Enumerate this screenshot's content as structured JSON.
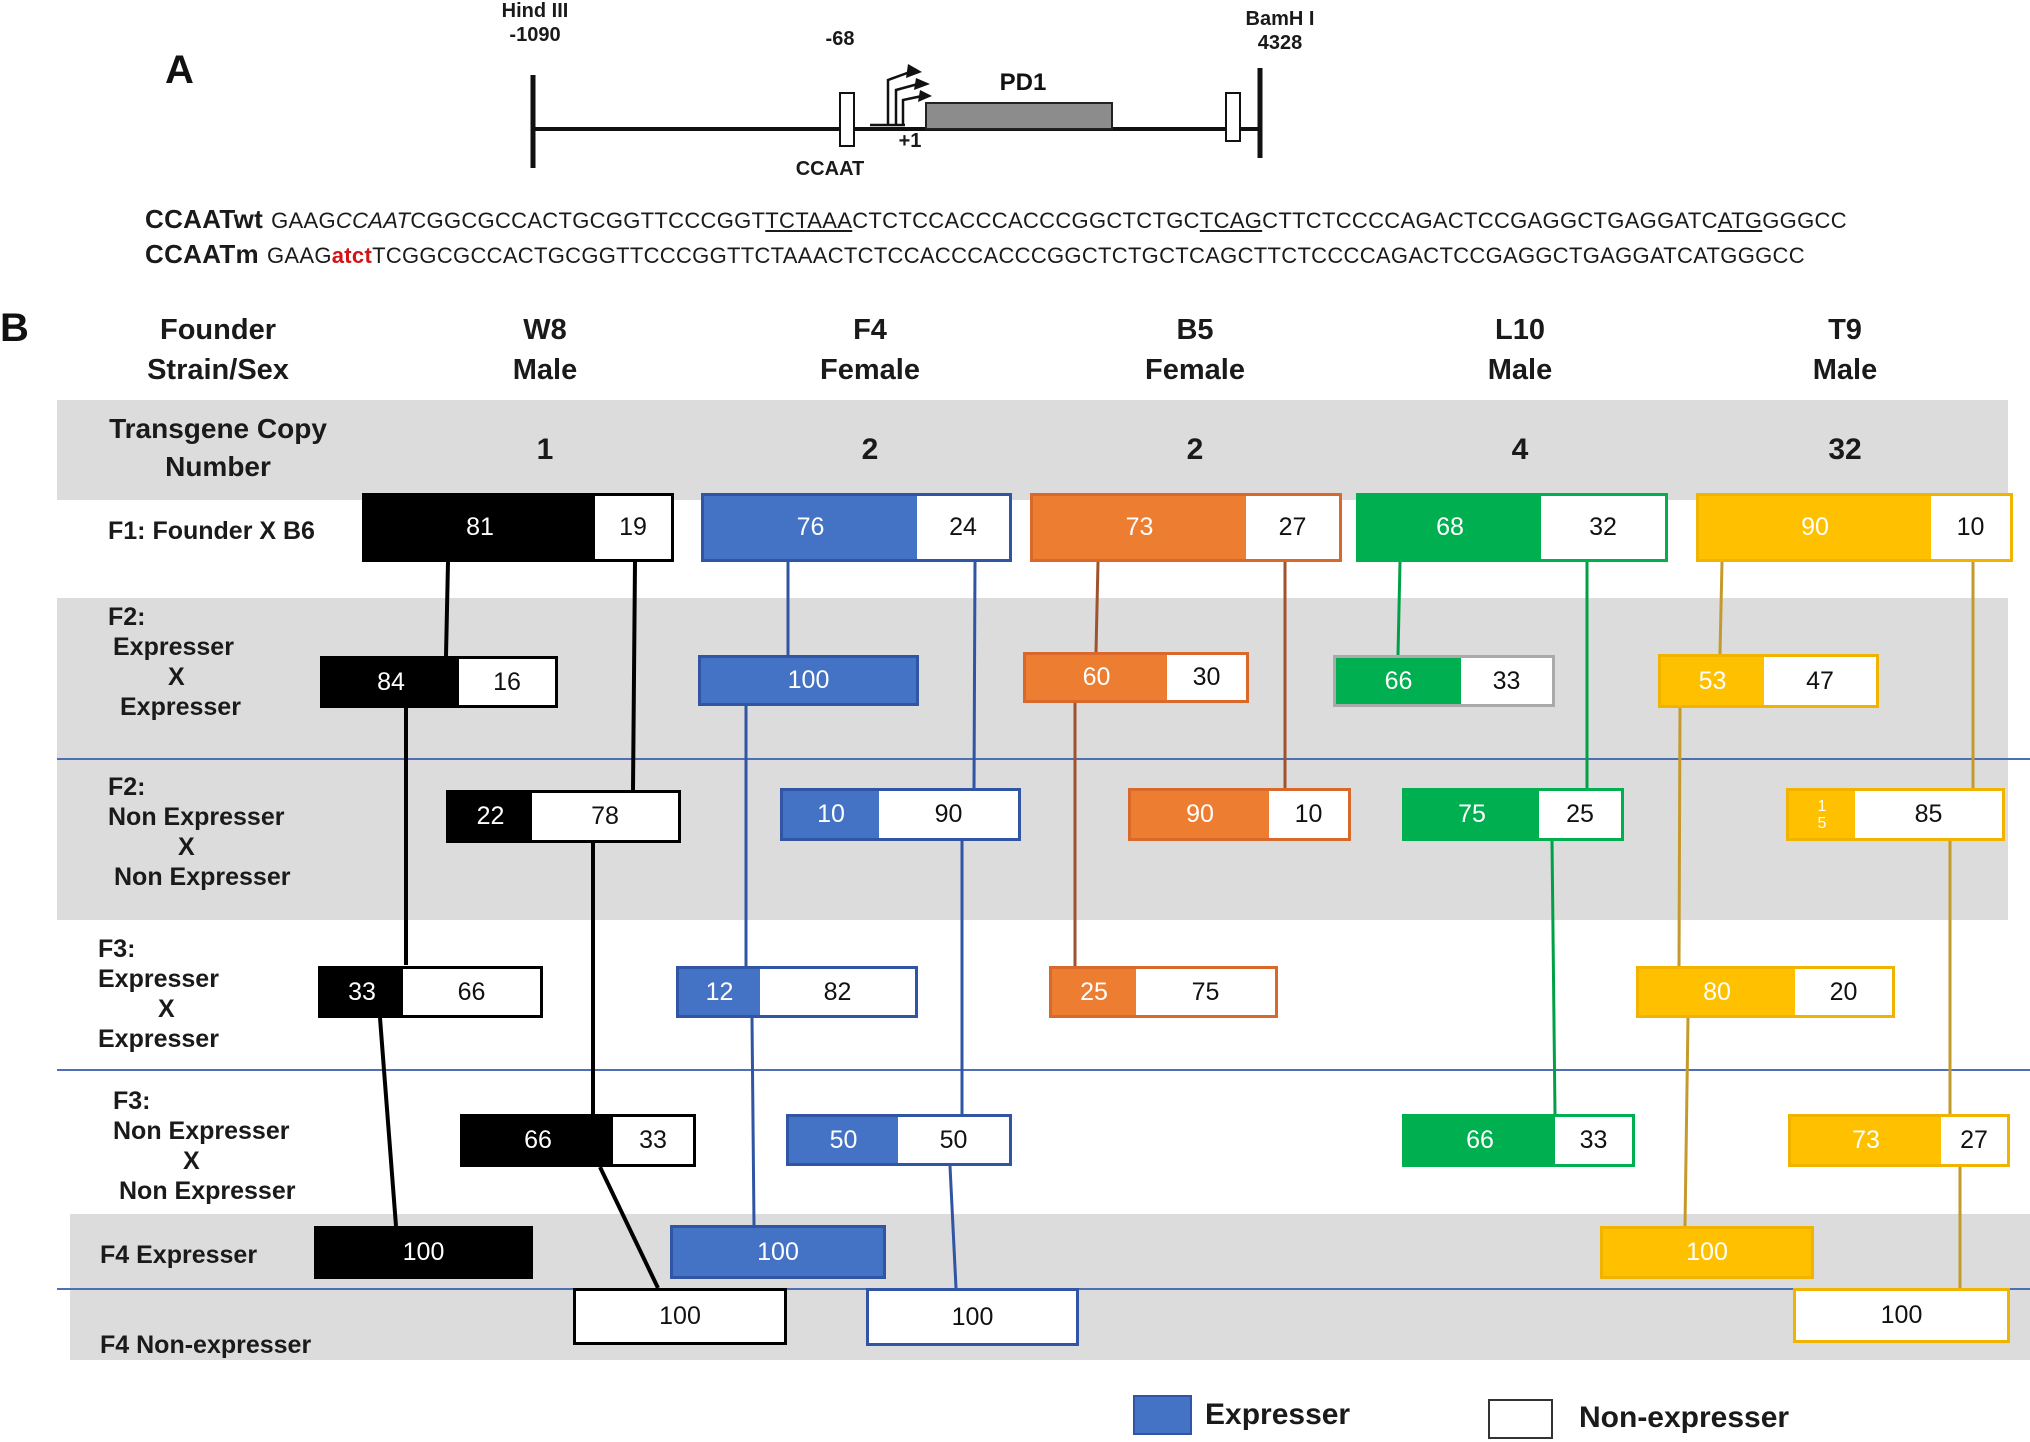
{
  "panel_a": {
    "label": "A",
    "hind": {
      "name": "Hind III",
      "pos": "-1090"
    },
    "bam": {
      "name": "BamH I",
      "pos": "4328"
    },
    "minus68": "-68",
    "plus1": "+1",
    "gene": "PD1",
    "ccaat": "CCAAT",
    "seq_wt": {
      "label": "CCAATwt",
      "parts": [
        "GAAG",
        "CCAAT",
        "CGGCGCCACTGCGGTTCCCGGT",
        "TCTAAA",
        "CTCTCCACCCACCCGGCTCTGC",
        "TCAG",
        "CTTCTCCCCAGACTCCGAGGCTGAGGATC",
        "ATG",
        "GGGCC"
      ]
    },
    "seq_m": {
      "label": "CCAATm",
      "parts": [
        "GAAG",
        "atct",
        "TCGGCGCCACTGCGGTTCCCGGTTCTAAACTCTCCACCCACCCGGCTCTGCTCAGCTTCTCCCCAGACTCCGAGGCTGAGGATCATGGGCC"
      ]
    }
  },
  "panel_b": {
    "label": "B",
    "header_label": [
      "Founder",
      "Strain/Sex"
    ],
    "copy_label": [
      "Transgene Copy",
      "Number"
    ],
    "strains": [
      {
        "name": "W8",
        "sex": "Male",
        "copies": "1",
        "color": "#000000"
      },
      {
        "name": "F4",
        "sex": "Female",
        "copies": "2",
        "color": "#4472c4"
      },
      {
        "name": "B5",
        "sex": "Female",
        "copies": "2",
        "color": "#ed7d31"
      },
      {
        "name": "L10",
        "sex": "Male",
        "copies": "4",
        "color": "#00b050"
      },
      {
        "name": "T9",
        "sex": "Male",
        "copies": "32",
        "color": "#ffc000"
      }
    ],
    "row_labels": {
      "f1": [
        "F1: Founder X B6"
      ],
      "f2e": [
        "F2:",
        "Expresser",
        "X",
        "Expresser"
      ],
      "f2n": [
        "F2:",
        "Non Expresser",
        "X",
        "Non Expresser"
      ],
      "f3e": [
        "F3:",
        "Expresser",
        "X",
        "Expresser"
      ],
      "f3n": [
        "F3:",
        "Non Expresser",
        "X",
        "Non Expresser"
      ],
      "f4e": [
        "F4 Expresser"
      ],
      "f4n": [
        "F4 Non-expresser"
      ]
    },
    "values": {
      "w8": {
        "f1": [
          "81",
          "19"
        ],
        "f2e": [
          "84",
          "16"
        ],
        "f2n": [
          "22",
          "78"
        ],
        "f3e": [
          "33",
          "66"
        ],
        "f3n": [
          "66",
          "33"
        ],
        "f4e": "100",
        "f4n": "100"
      },
      "f4": {
        "f1": [
          "76",
          "24"
        ],
        "f2e": "100",
        "f2n": [
          "10",
          "90"
        ],
        "f3e": [
          "12",
          "82"
        ],
        "f3n": [
          "50",
          "50"
        ],
        "f4e": "100",
        "f4n": "100"
      },
      "b5": {
        "f1": [
          "73",
          "27"
        ],
        "f2e": [
          "60",
          "30"
        ],
        "f2n": [
          "90",
          "10"
        ],
        "f3e": [
          "25",
          "75"
        ]
      },
      "l10": {
        "f1": [
          "68",
          "32"
        ],
        "f2e": [
          "66",
          "33"
        ],
        "f2n": [
          "75",
          "25"
        ],
        "f3n": [
          "66",
          "33"
        ]
      },
      "t9": {
        "f1": [
          "90",
          "10"
        ],
        "f2e": [
          "53",
          "47"
        ],
        "f2n": [
          "1\n5",
          "85"
        ],
        "f3e": [
          "80",
          "20"
        ],
        "f3n": [
          "73",
          "27"
        ],
        "f4e": "100",
        "f4n": "100"
      }
    },
    "legend": {
      "expresser": "Expresser",
      "non_expresser": "Non-expresser",
      "expresser_color": "#4472c4"
    }
  }
}
